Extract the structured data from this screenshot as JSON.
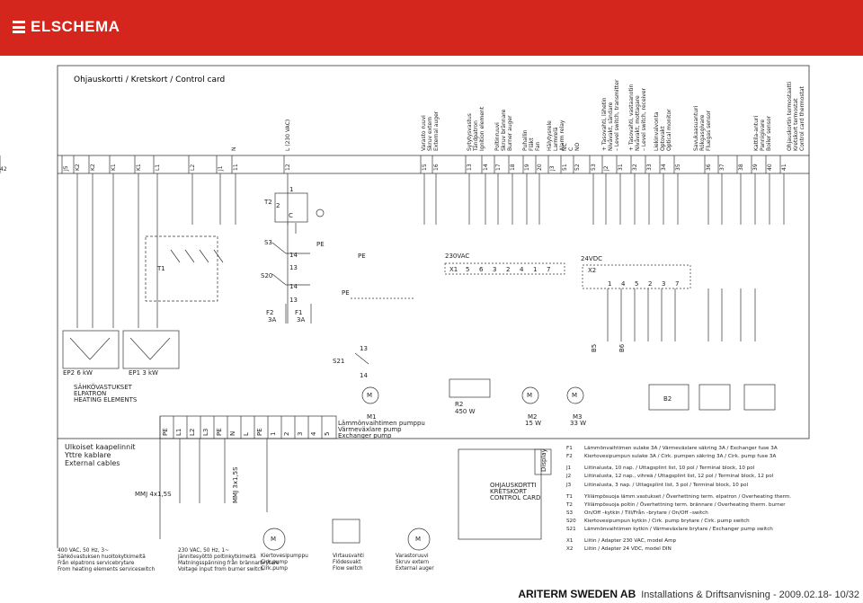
{
  "header": {
    "logo": "ELSCHEMA",
    "bg": "#d4261c"
  },
  "title": "Ohjauskortti / Kretskort / Control card",
  "top_terminals": [
    "J5",
    "K2",
    "K2",
    "K1",
    "K1",
    "L1",
    "L2",
    "J1",
    "11",
    "12",
    "15",
    "16",
    "13",
    "14",
    "17",
    "18",
    "19",
    "20",
    "J3",
    "51",
    "52",
    "53",
    "J2",
    "31",
    "32",
    "33",
    "34",
    "35",
    "36",
    "37",
    "38",
    "39",
    "40",
    "41",
    "42"
  ],
  "top_labels": [
    {
      "lines": [
        "N"
      ]
    },
    {
      "lines": [
        "L (230 VAC)"
      ]
    },
    {
      "lines": [
        "Varasto ruuvi",
        "Skruv extern",
        "External auger"
      ]
    },
    {
      "lines": [
        "Sytytysvastus",
        "Tändpatron",
        "Ignition element"
      ]
    },
    {
      "lines": [
        "Poltinruuvi",
        "Skruv brännare",
        "Burner auger"
      ]
    },
    {
      "lines": [
        "Puhallin",
        "Fläkt",
        "Fan"
      ]
    },
    {
      "lines": [
        "Hälytysrele",
        "Larmrelä",
        "Alarm relay"
      ]
    },
    {
      "lines": [
        "NC",
        "C",
        "NO"
      ]
    },
    {
      "lines": [
        "+ Tasovahti, lähetin",
        "Nivåvakt, sändare",
        "– Level switch, transmitter"
      ]
    },
    {
      "lines": [
        "+ Tasovahti, vastaanotin",
        "Nivåvakt, mottagare",
        "– Level switch, receiver"
      ]
    },
    {
      "lines": [
        "Liekinvalvonta",
        "Optovakt",
        "Optical monitor"
      ]
    },
    {
      "lines": [
        "Savukaasuanturi",
        "Rökgasgivare",
        "Fluegas sensor"
      ]
    },
    {
      "lines": [
        "Kattila-anturi",
        "Pannigivare",
        "Boiler sensor"
      ]
    },
    {
      "lines": [
        "Ohjauskortin termostaatti",
        "Kretskort termostat",
        "Control card thermostat"
      ]
    }
  ],
  "components": {
    "T2": "T2",
    "T1": "T1",
    "S3": "S3",
    "S20": "S20",
    "S21": "S21",
    "F1": "F1",
    "F2": "F2",
    "f_rating": "3A",
    "PE": "PE",
    "X1": "X1",
    "X2": "X2",
    "v230": "230VAC",
    "v24": "24VDC",
    "B5": "B5",
    "B6": "B6",
    "B2": "B2",
    "EP2": "EP2 6 kW",
    "EP1": "EP1 3 kW",
    "heating": [
      "SÄHKÖVASTUKSET",
      "ELPATRON",
      "HEATING ELEMENTS"
    ],
    "M1": [
      "M1",
      "Lämmönvaihtimen pumppu",
      "Värmeväxlare pump",
      "Exchanger pump"
    ],
    "M2": [
      "M2",
      "15 W"
    ],
    "M3": [
      "M3",
      "33 W"
    ],
    "R2": [
      "R2",
      "450 W"
    ],
    "card": [
      "OHJAUSKORTTI",
      "KRETSKORT",
      "CONTROL CARD"
    ],
    "display": "Display",
    "mmj1": "MMJ 4x1,5S",
    "mmj2": "MMJ 3x1,5S"
  },
  "external_cables": [
    "Ulkoiset kaapelinnit",
    "Yttre kablare",
    "External cables"
  ],
  "bottom_blocks": [
    {
      "lines": [
        "400 VAC, 50 Hz, 3~",
        "Sähkövastuksen huoltokytkimeltä",
        "Från elpatrons servicebrytare",
        "From heating elements serviceswitch"
      ]
    },
    {
      "lines": [
        "230 VAC, 50 Hz, 1~",
        "Jännitesyöttö poltinkytkimeltä",
        "Matningsspänning från brännarbrytare",
        "Voltage input from burner switch"
      ]
    },
    {
      "lines": [
        "Kiertovesipumppu",
        "Cirk.pump",
        "Cirk.pump"
      ]
    },
    {
      "lines": [
        "Virtausvahti",
        "Flödesvakt",
        "Flow switch"
      ]
    },
    {
      "lines": [
        "Varastoruuvi",
        "Skruv extern",
        "External auger"
      ]
    }
  ],
  "legend": [
    {
      "code": "F1",
      "text": "Lämmönvaihtimen sulake 3A / Värmeväxlare säkring 3A / Exchanger fuse 3A"
    },
    {
      "code": "F2",
      "text": "Kiertovesipumpun sulake 3A / Cirk. pumpen säkring 3A / Cirk. pump fuse 3A"
    },
    {
      "code": "J1",
      "text": "Liitinalusta, 10 nap. / Uttagsplint list, 10 pol / Terminal block, 10 pol"
    },
    {
      "code": "J2",
      "text": "Liitinalusta, 12 nap., vihreä / Uttagsplint list, 12 pol / Terminal block, 12 pol"
    },
    {
      "code": "J3",
      "text": "Liitinalusta, 3 nap. / Uttagsplint list, 3 pol / Terminal block, 10 pol"
    },
    {
      "code": "T1",
      "text": "Ylilämpösuoja lämm.vastukset / Överhettning term. elpatron / Overheating therm."
    },
    {
      "code": "T2",
      "text": "Ylilämpösuoja poltin / Överhettning term. brännare / Overheating therm. burner"
    },
    {
      "code": "S3",
      "text": "On/Off –kytkin / Till/Från –brytare / On/Off –switch"
    },
    {
      "code": "S20",
      "text": "Kiertovesipumpun kytkin / Cirk. pump brytare / Cirk. pump switch"
    },
    {
      "code": "S21",
      "text": "Lämmönvaihtimen kytkin / Värmeväxlare brytare / Exchanger pump switch"
    },
    {
      "code": "X1",
      "text": "Liitin / Adapter 230 VAC, model Amp"
    },
    {
      "code": "X2",
      "text": "Liitin / Adapter 24 VDC, model DIN"
    }
  ],
  "footer": {
    "brand": "ARITERM SWEDEN AB",
    "text": "Installations & Driftsanvisning - 2009.02.18- 10/32"
  }
}
